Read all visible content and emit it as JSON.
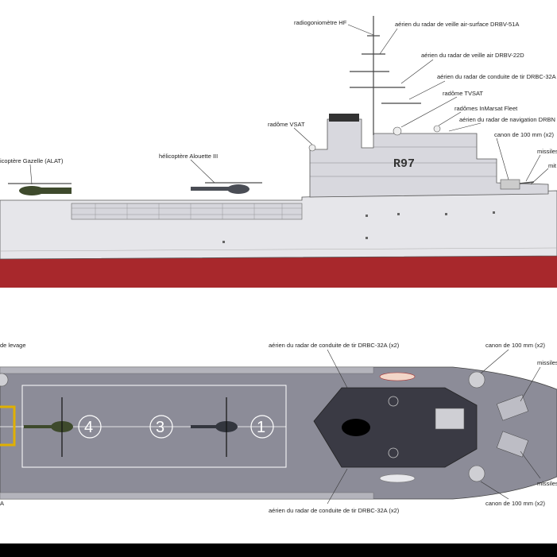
{
  "hull_number": "R97",
  "profile_labels": {
    "radiogoniometre": "radiogoniomètre HF",
    "drbv51a": "aérien du radar de veille air-surface DRBV-51A",
    "drbv22d": "aérien du radar de veille air DRBV-22D",
    "drbc32a": "aérien du radar de conduite de tir DRBC-32A",
    "tvsat": "radôme TVSAT",
    "vsat": "radôme VSAT",
    "inmarsat": "radômes InMarsat Fleet",
    "navigation": "aérien du radar de navigation DRBN",
    "canon": "canon de 100 mm (x2)",
    "missiles": "missiles",
    "mit": "mit",
    "gazelle": "hélicoptère Gazelle (ALAT)",
    "alouette": "hélicoptère Alouette III"
  },
  "plan_labels": {
    "levage": "de levage",
    "drbc_top": "aérien du radar de conduite de tir DRBC-32A (x2)",
    "drbc_bottom": "aérien du radar de conduite de tir DRBC-32A (x2)",
    "canon_top": "canon de 100 mm (x2)",
    "canon_bottom": "canon de 100 mm (x2)",
    "missiles_top": "missiles",
    "missiles_bottom": "missiles",
    "edge_a": "A"
  },
  "helipads": [
    "4",
    "3",
    "1"
  ],
  "colors": {
    "hull_light": "#e6e6ea",
    "hull_red": "#a8282c",
    "deck_gray": "#8c8c98",
    "superstructure": "#d8d8de",
    "helicopter_green": "#3e4a2c",
    "frame_black": "#000000"
  }
}
